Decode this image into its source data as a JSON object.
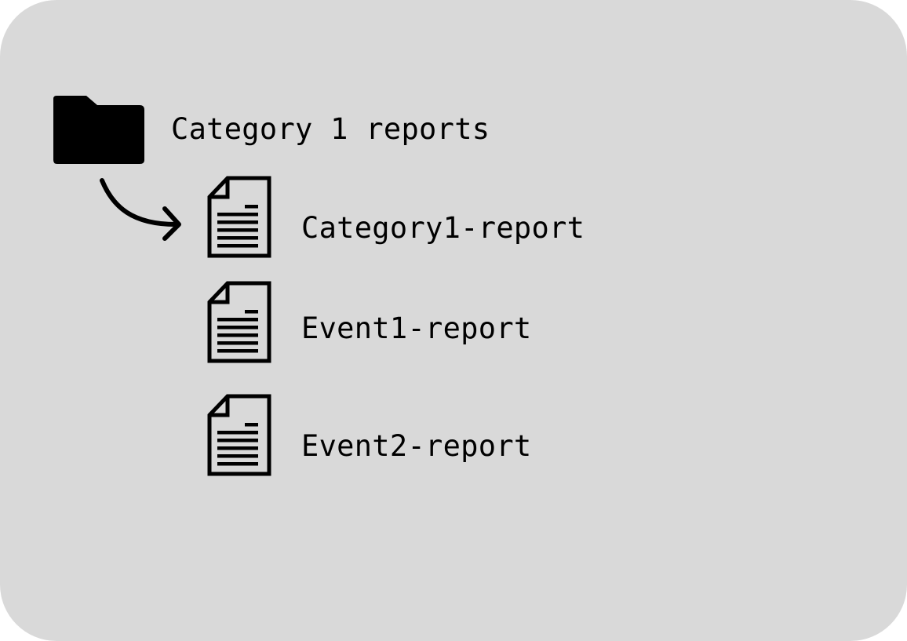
{
  "folder": {
    "name": "Category 1 reports",
    "icon": "folder-icon"
  },
  "connector": {
    "icon": "curved-arrow-icon"
  },
  "files": [
    {
      "name": "Category1-report",
      "icon": "document-icon"
    },
    {
      "name": "Event1-report",
      "icon": "document-icon"
    },
    {
      "name": "Event2-report",
      "icon": "document-icon"
    }
  ],
  "colors": {
    "background": "#d9d9d9",
    "foreground": "#000000"
  }
}
